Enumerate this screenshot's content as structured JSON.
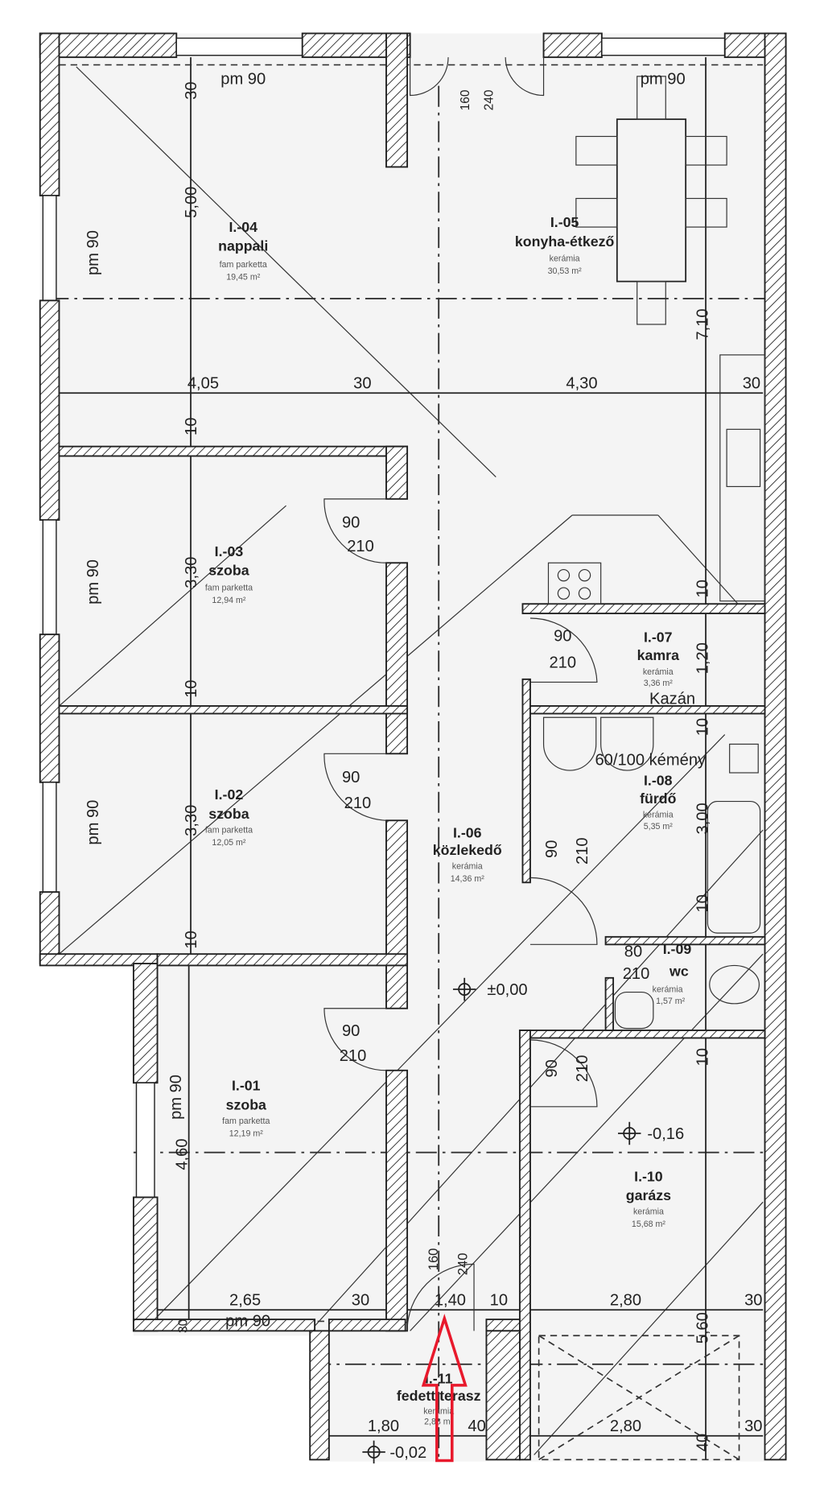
{
  "plan": {
    "rooms": [
      {
        "id": "I.-04",
        "name": "nappali",
        "floor": "fam parketta",
        "area": "19,45 m²"
      },
      {
        "id": "I.-05",
        "name": "konyha-étkező",
        "floor": "kerámia",
        "area": "30,53 m²"
      },
      {
        "id": "I.-03",
        "name": "szoba",
        "floor": "fam parketta",
        "area": "12,94 m²"
      },
      {
        "id": "I.-02",
        "name": "szoba",
        "floor": "fam parketta",
        "area": "12,05 m²"
      },
      {
        "id": "I.-01",
        "name": "szoba",
        "floor": "fam parketta",
        "area": "12,19 m²"
      },
      {
        "id": "I.-06",
        "name": "közlekedő",
        "floor": "kerámia",
        "area": "14,36 m²"
      },
      {
        "id": "I.-07",
        "name": "kamra",
        "floor": "kerámia",
        "area": "3,36 m²"
      },
      {
        "id": "I.-08",
        "name": "fürdő",
        "floor": "kerámia",
        "area": "5,35 m²"
      },
      {
        "id": "I.-09",
        "name": "wc",
        "floor": "kerámia",
        "area": "1,57 m²"
      },
      {
        "id": "I.-10",
        "name": "garázs",
        "floor": "kerámia",
        "area": "15,68 m²"
      },
      {
        "id": "I.-11",
        "name": "fedett terasz",
        "floor": "kerámia",
        "area": "2,88 m²"
      }
    ],
    "dims": [
      "30",
      "pm 90",
      "160",
      "240",
      "pm 90",
      "5,00",
      "pm 90",
      "7,10",
      "4,05",
      "30",
      "4,30",
      "30",
      "10",
      "90",
      "210",
      "3,30",
      "pm 90",
      "10",
      "10",
      "90",
      "210",
      "1,20",
      "Kazán",
      "10",
      "60/100 kémény",
      "90",
      "210",
      "3,30",
      "pm 90",
      "3,00",
      "90",
      "210",
      "10",
      "10",
      "80",
      "210",
      "±0,00",
      "90",
      "210",
      "90",
      "210",
      "10",
      "-0,16",
      "4,60",
      "pm 90",
      "160",
      "240",
      "5,60",
      "2,65",
      "30",
      "1,40",
      "10",
      "2,80",
      "30",
      "30",
      "pm 90",
      "1,80",
      "40",
      "2,80",
      "30",
      "40",
      "-0,02"
    ],
    "annotation_color": "#e8192c"
  }
}
